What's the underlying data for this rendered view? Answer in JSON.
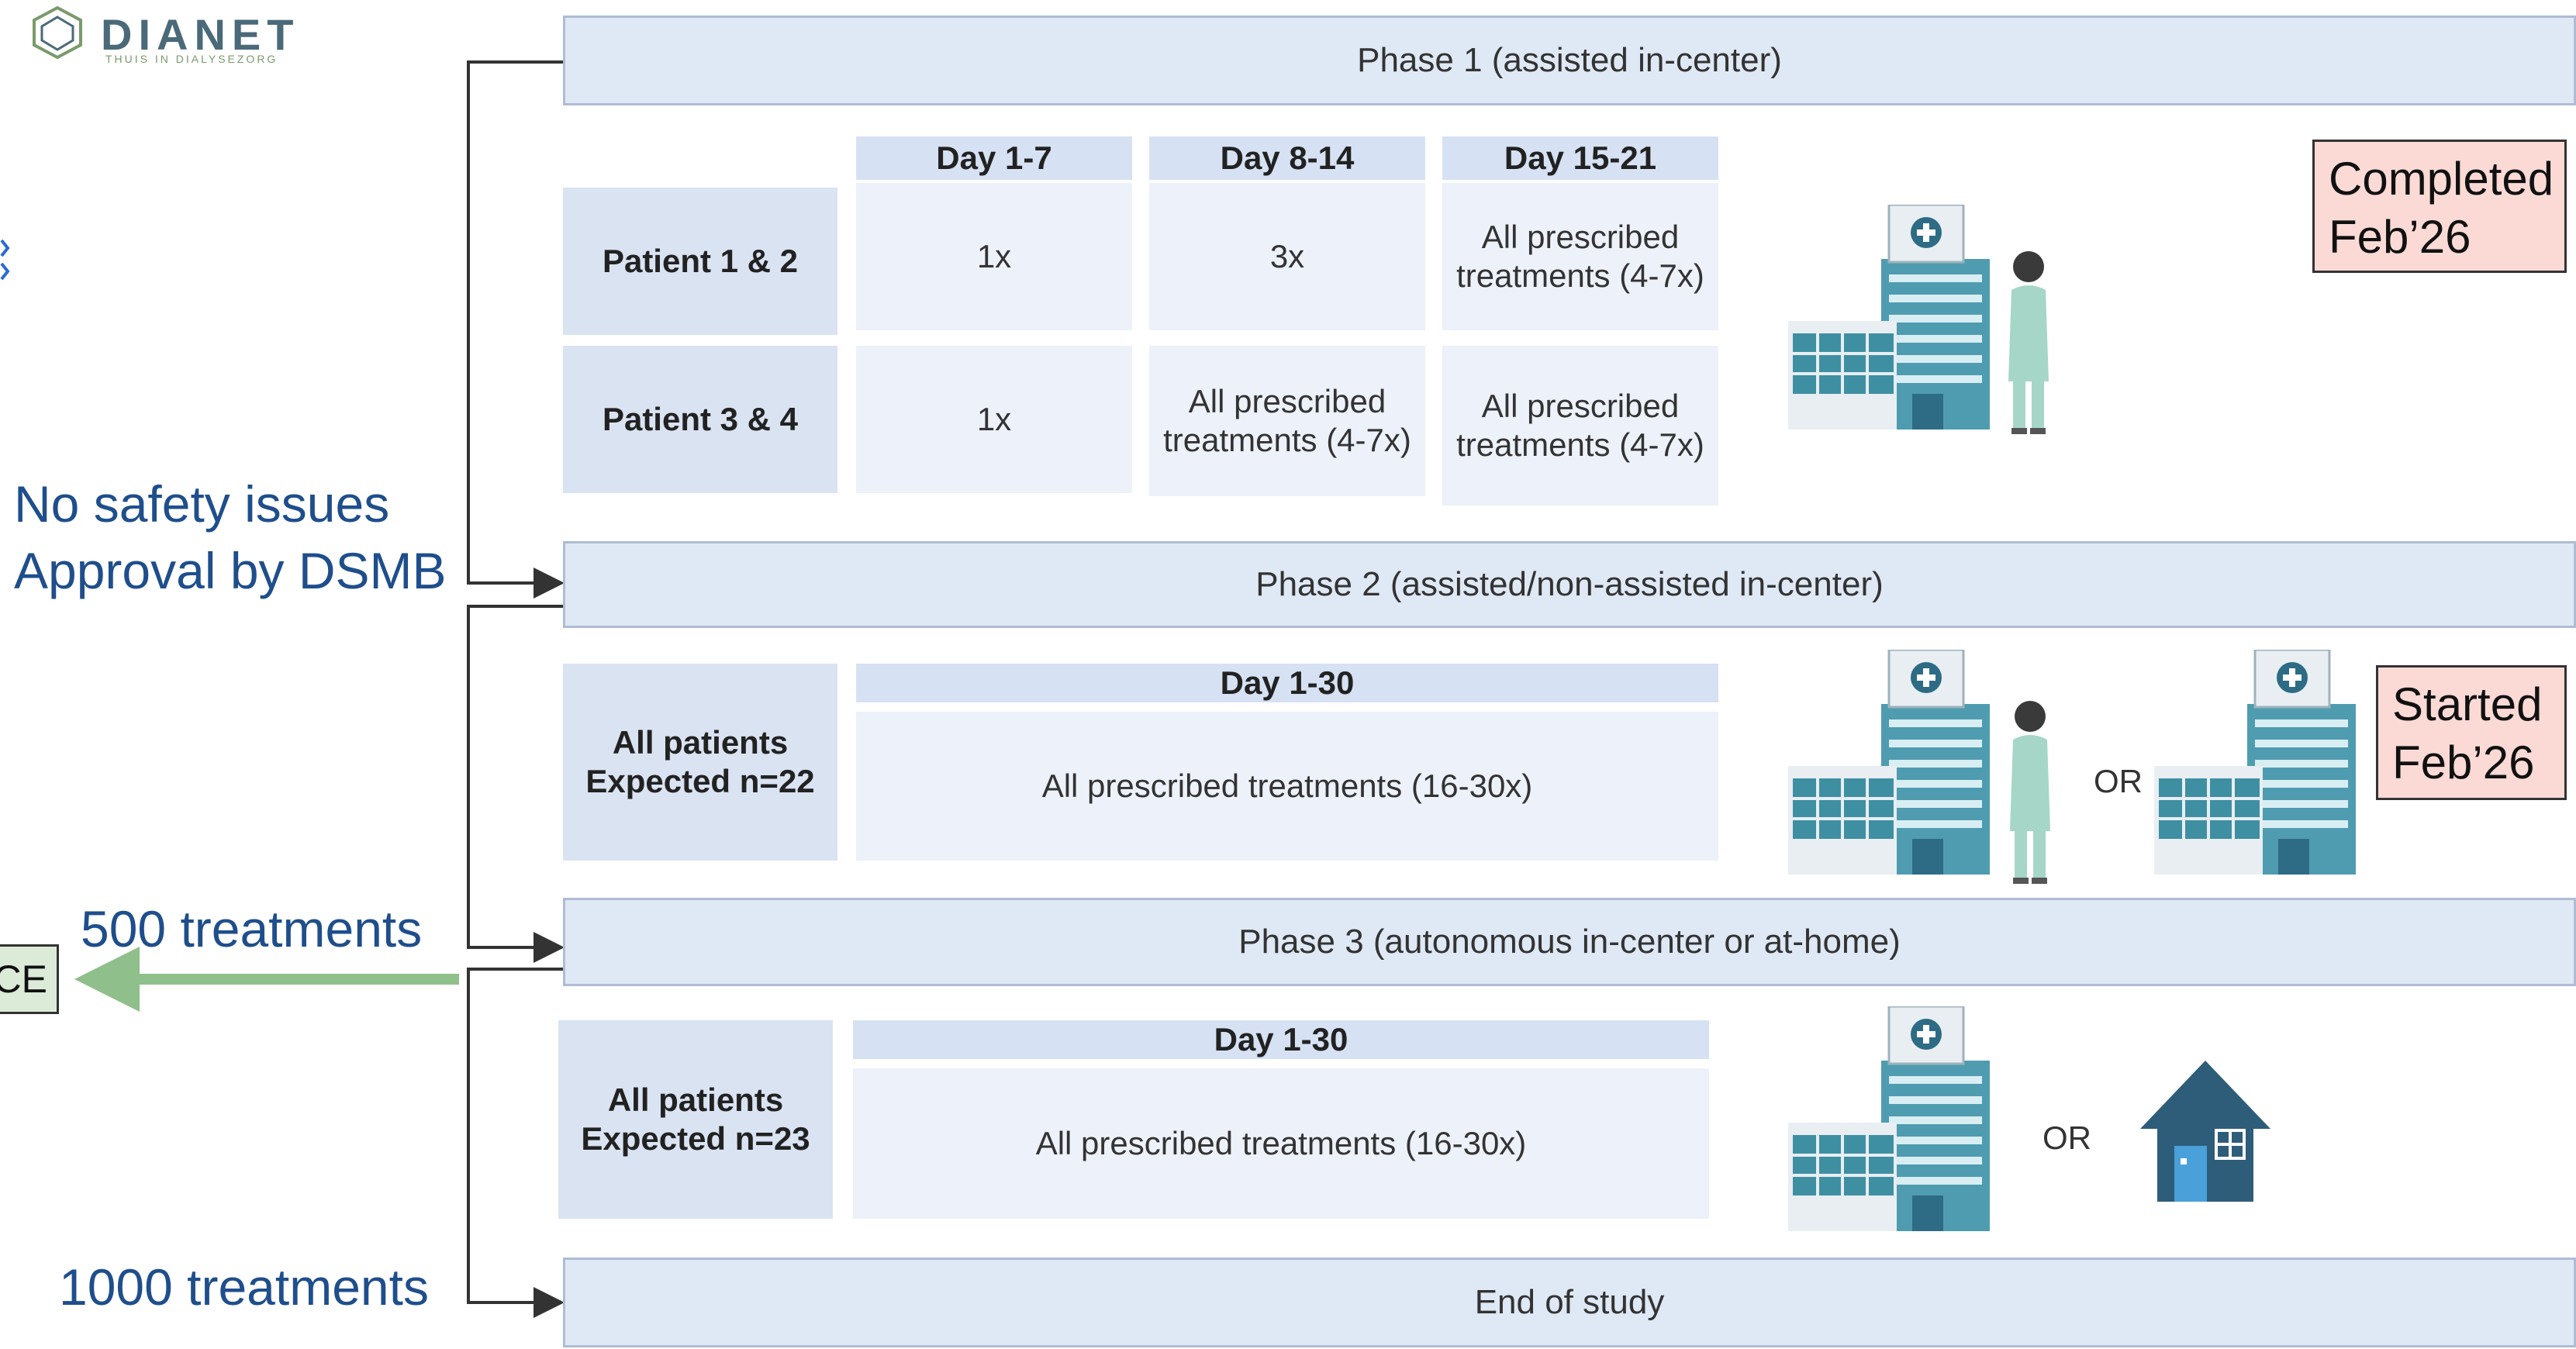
{
  "logo": {
    "name": "DIANET",
    "tagline": "THUIS IN DIALYSEZORG"
  },
  "phases": {
    "phase1": "Phase 1 (assisted in-center)",
    "phase2": "Phase 2 (assisted/non-assisted in-center)",
    "phase3": "Phase 3 (autonomous  in-center or at-home)",
    "end": "End of study"
  },
  "phase1_table": {
    "columns": [
      "Day 1-7",
      "Day 8-14",
      "Day 15-21"
    ],
    "rows": [
      {
        "label": "Patient 1 & 2",
        "cells": [
          "1x",
          "3x",
          "All prescribed treatments (4-7x)"
        ]
      },
      {
        "label": "Patient 3 & 4",
        "cells": [
          "1x",
          "All prescribed treatments (4-7x)",
          "All prescribed treatments (4-7x)"
        ]
      }
    ]
  },
  "phase2_table": {
    "column": "Day 1-30",
    "row_label_line1": "All patients",
    "row_label_line2": "Expected n=22",
    "cell": "All prescribed treatments (16-30x)"
  },
  "phase3_table": {
    "column": "Day 1-30",
    "row_label_line1": "All patients",
    "row_label_line2": "Expected n=23",
    "cell": "All prescribed treatments (16-30x)"
  },
  "or_label": "OR",
  "status": {
    "phase1_line1": "Completed",
    "phase1_line2": "Feb’26",
    "phase2_line1": "Started",
    "phase2_line2": "Feb’26"
  },
  "milestones": {
    "m1_line1": "No safety issues",
    "m1_line2": "Approval by DSMB",
    "m2": "500 treatments",
    "m3": "1000 treatments"
  },
  "ce_box": "CE",
  "icons": [
    "hospital-icon",
    "nurse-icon",
    "house-icon",
    "logo-icon"
  ],
  "colors": {
    "phase_bar_fill": "#dfe8f5",
    "milestone_text": "#1f4e8c",
    "status_fill": "#fbdad6",
    "ce_arrow": "#8fbf8a",
    "ce_fill": "#dcebd8",
    "hospital_teal": "#3f8fa3",
    "house_blue": "#2e5d7a"
  }
}
